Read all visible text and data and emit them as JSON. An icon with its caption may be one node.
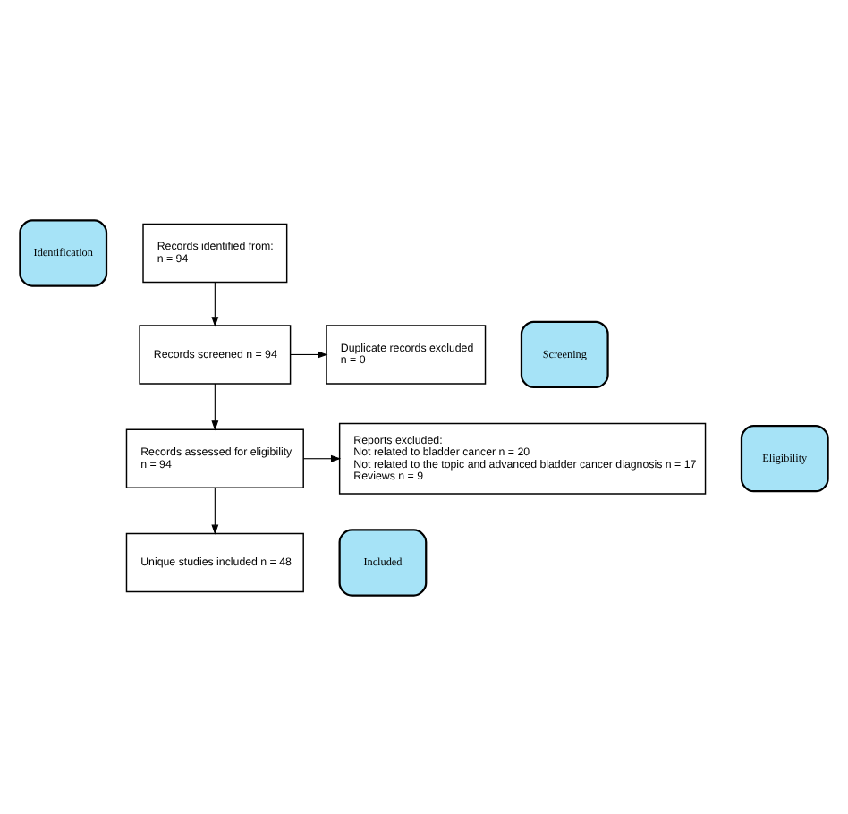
{
  "diagram": {
    "nodes": [
      {
        "text": [
          "Identification"
        ]
      },
      {
        "text": [
          "Records identified from:",
          "n = 94"
        ]
      },
      {
        "text": [
          "Screening"
        ]
      },
      {
        "text": [
          "Records screened n = 94"
        ]
      },
      {
        "text": [
          "Duplicate records excluded",
          "n = 0"
        ]
      },
      {
        "text": [
          "Eligibility"
        ]
      },
      {
        "text": [
          "Records assessed for eligibility",
          "n = 94"
        ]
      },
      {
        "text": [
          "Reports excluded:",
          "Not related to bladder cancer n = 20",
          "Not related to the topic and advanced bladder cancer diagnosis n = 17",
          "Reviews n = 9"
        ]
      },
      {
        "text": [
          "Included"
        ]
      },
      {
        "text": [
          "Unique studies included n = 48"
        ]
      }
    ],
    "edges": [
      {
        "from": 1,
        "to": 3,
        "arrow": "to"
      },
      {
        "from": 3,
        "to": 4,
        "arrow": "to"
      },
      {
        "from": 3,
        "to": 6,
        "arrow": "to"
      },
      {
        "from": 6,
        "to": 7,
        "arrow": "to"
      },
      {
        "from": 6,
        "to": 9,
        "arrow": "to"
      }
    ]
  }
}
